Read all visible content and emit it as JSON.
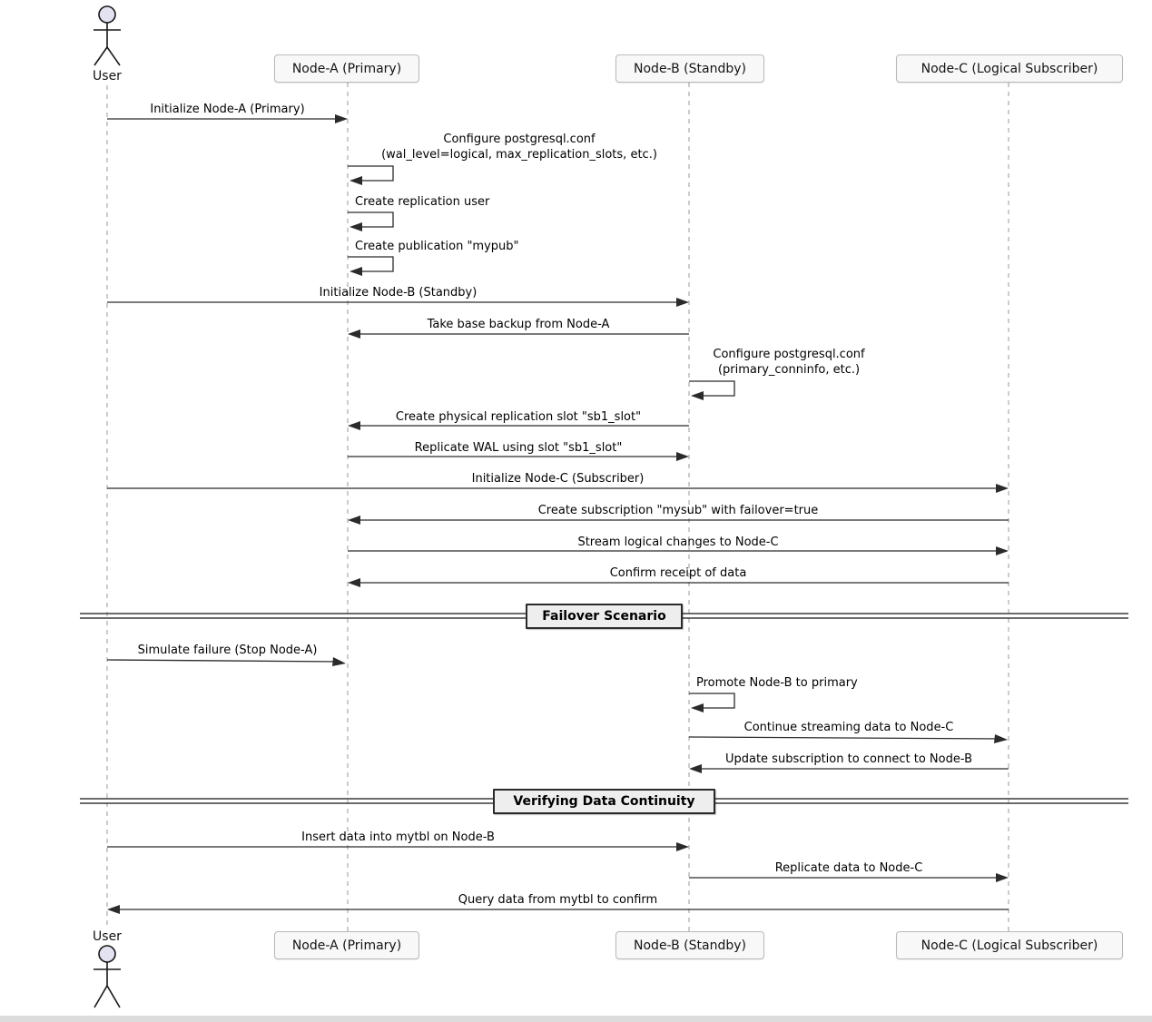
{
  "colors": {
    "background": "#ffffff",
    "line": "#2b2b2b",
    "lifeline": "#999999",
    "participant_fill": "#f8f8f8",
    "participant_border": "#b9b9b9",
    "actor_head_fill": "#e2e2f0",
    "divider_fill": "#eeeeee"
  },
  "actor": {
    "label": "User"
  },
  "participants": [
    {
      "label": "Node-A (Primary)"
    },
    {
      "label": "Node-B (Standby)"
    },
    {
      "label": "Node-C (Logical Subscriber)"
    }
  ],
  "dividers": [
    {
      "label": "Failover Scenario"
    },
    {
      "label": "Verifying Data Continuity"
    }
  ],
  "messages": [
    {
      "from": "User",
      "to": "Node-A",
      "label": "Initialize Node-A (Primary)"
    },
    {
      "from": "Node-A",
      "to": "Node-A",
      "label": "Configure postgresql.conf",
      "label2": "(wal_level=logical, max_replication_slots, etc.)"
    },
    {
      "from": "Node-A",
      "to": "Node-A",
      "label": "Create replication user"
    },
    {
      "from": "Node-A",
      "to": "Node-A",
      "label": "Create publication \"mypub\""
    },
    {
      "from": "User",
      "to": "Node-B",
      "label": "Initialize Node-B (Standby)"
    },
    {
      "from": "Node-B",
      "to": "Node-A",
      "label": "Take base backup from Node-A"
    },
    {
      "from": "Node-B",
      "to": "Node-B",
      "label": "Configure postgresql.conf",
      "label2": "(primary_conninfo, etc.)"
    },
    {
      "from": "Node-B",
      "to": "Node-A",
      "label": "Create physical replication slot \"sb1_slot\""
    },
    {
      "from": "Node-A",
      "to": "Node-B",
      "label": "Replicate WAL using slot \"sb1_slot\""
    },
    {
      "from": "User",
      "to": "Node-C",
      "label": "Initialize Node-C (Subscriber)"
    },
    {
      "from": "Node-C",
      "to": "Node-A",
      "label": "Create subscription \"mysub\" with failover=true"
    },
    {
      "from": "Node-A",
      "to": "Node-C",
      "label": "Stream logical changes to Node-C"
    },
    {
      "from": "Node-C",
      "to": "Node-A",
      "label": "Confirm receipt of data"
    },
    {
      "from": "User",
      "to": "Node-A",
      "label": "Simulate failure (Stop Node-A)"
    },
    {
      "from": "Node-B",
      "to": "Node-B",
      "label": "Promote Node-B to primary"
    },
    {
      "from": "Node-B",
      "to": "Node-C",
      "label": "Continue streaming data to Node-C"
    },
    {
      "from": "Node-C",
      "to": "Node-B",
      "label": "Update subscription to connect to Node-B"
    },
    {
      "from": "User",
      "to": "Node-B",
      "label": "Insert data into mytbl on Node-B"
    },
    {
      "from": "Node-B",
      "to": "Node-C",
      "label": "Replicate data to Node-C"
    },
    {
      "from": "Node-C",
      "to": "User",
      "label": "Query data from mytbl to confirm"
    }
  ]
}
